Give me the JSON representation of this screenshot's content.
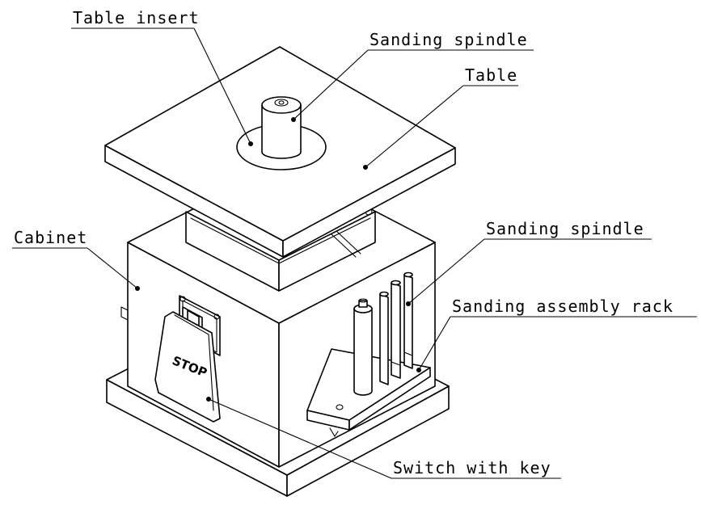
{
  "labels": {
    "table_insert": "Table insert",
    "sanding_spindle_top": "Sanding spindle",
    "table": "Table",
    "cabinet": "Cabinet",
    "sanding_spindle_rack": "Sanding spindle",
    "sanding_assembly_rack": "Sanding assembly rack",
    "switch_with_key": "Switch with key"
  },
  "switch_face_text": "STOP"
}
